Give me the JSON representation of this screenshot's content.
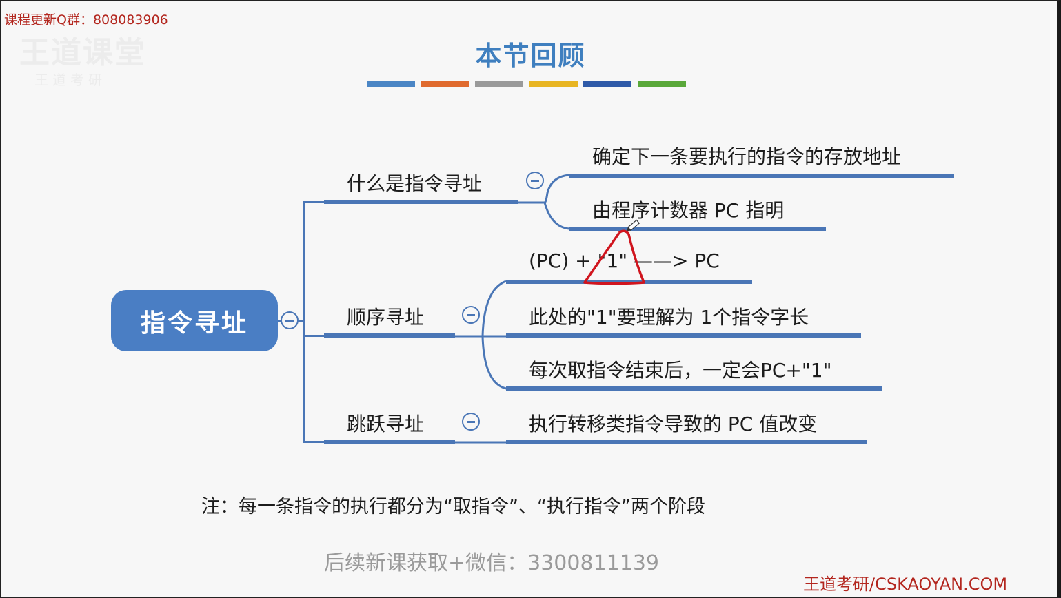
{
  "header": {
    "qq_group": "课程更新Q群：808083906",
    "watermark_logo": "王道课堂",
    "watermark_sub": "王道考研"
  },
  "slide": {
    "title": "本节回顾",
    "title_color": "#3f7fbf",
    "stripe_colors": [
      "#4b86c5",
      "#e06a2e",
      "#9a9a9a",
      "#e8b522",
      "#2f5aa8",
      "#5aa83a"
    ]
  },
  "mindmap": {
    "root": "指令寻址",
    "branches": [
      {
        "label": "什么是指令寻址",
        "children": [
          "确定下一条要执行的指令的存放地址",
          "由程序计数器 PC 指明"
        ]
      },
      {
        "label": "顺序寻址",
        "children": [
          "(PC) + \"1\" ——> PC",
          "此处的\"1\"要理解为 1个指令字长",
          "每次取指令结束后，一定会PC+\"1\""
        ]
      },
      {
        "label": "跳跃寻址",
        "children": [
          "执行转移类指令导致的 PC 值改变"
        ]
      }
    ],
    "line_color": "#4a76b6",
    "annotation_color": "#d0151e"
  },
  "footer": {
    "note": "注：每一条指令的执行都分为“取指令”、“执行指令”两个阶段",
    "wechat": "后续新课获取+微信：3300811139",
    "site": "王道考研/CSKAOYAN.COM"
  }
}
